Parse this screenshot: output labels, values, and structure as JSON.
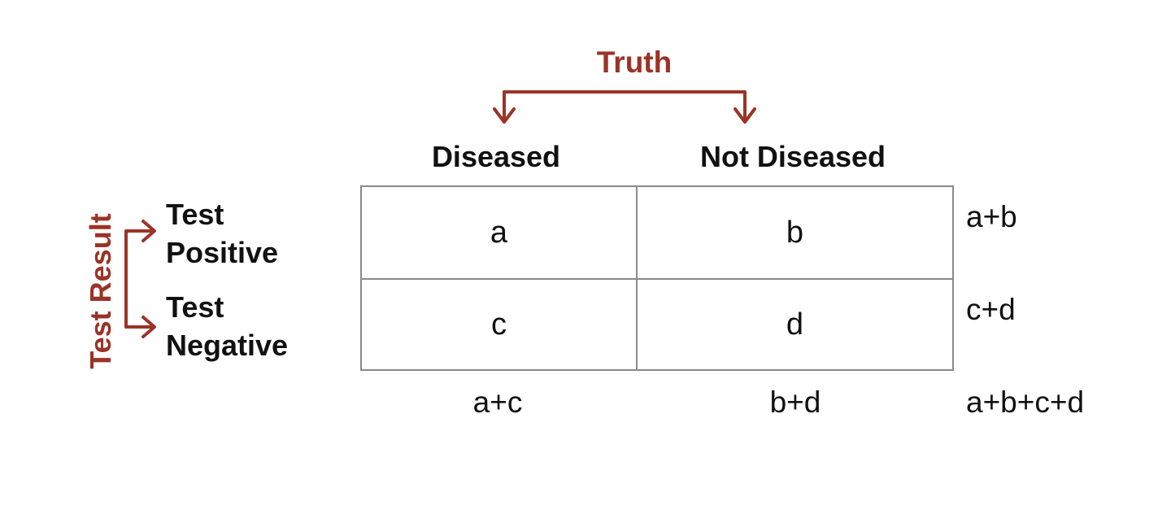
{
  "colors": {
    "accent": "#9b3327",
    "grid": "#8a8a8a",
    "text": "#111111"
  },
  "truth_label": "Truth",
  "test_result_label": "Test Result",
  "columns": [
    "Diseased",
    "Not Diseased"
  ],
  "rows": [
    {
      "line1": "Test",
      "line2": "Positive"
    },
    {
      "line1": "Test",
      "line2": "Negative"
    }
  ],
  "cells": [
    [
      "a",
      "b"
    ],
    [
      "c",
      "d"
    ]
  ],
  "row_totals": [
    "a+b",
    "c+d"
  ],
  "column_totals": [
    "a+c",
    "b+d"
  ],
  "grand_total": "a+b+c+d"
}
